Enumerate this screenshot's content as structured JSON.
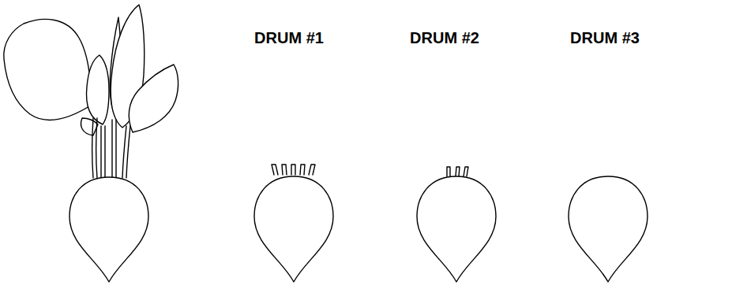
{
  "diagram": {
    "labels": [
      "DRUM #1",
      "DRUM #2",
      "DRUM #3"
    ]
  }
}
